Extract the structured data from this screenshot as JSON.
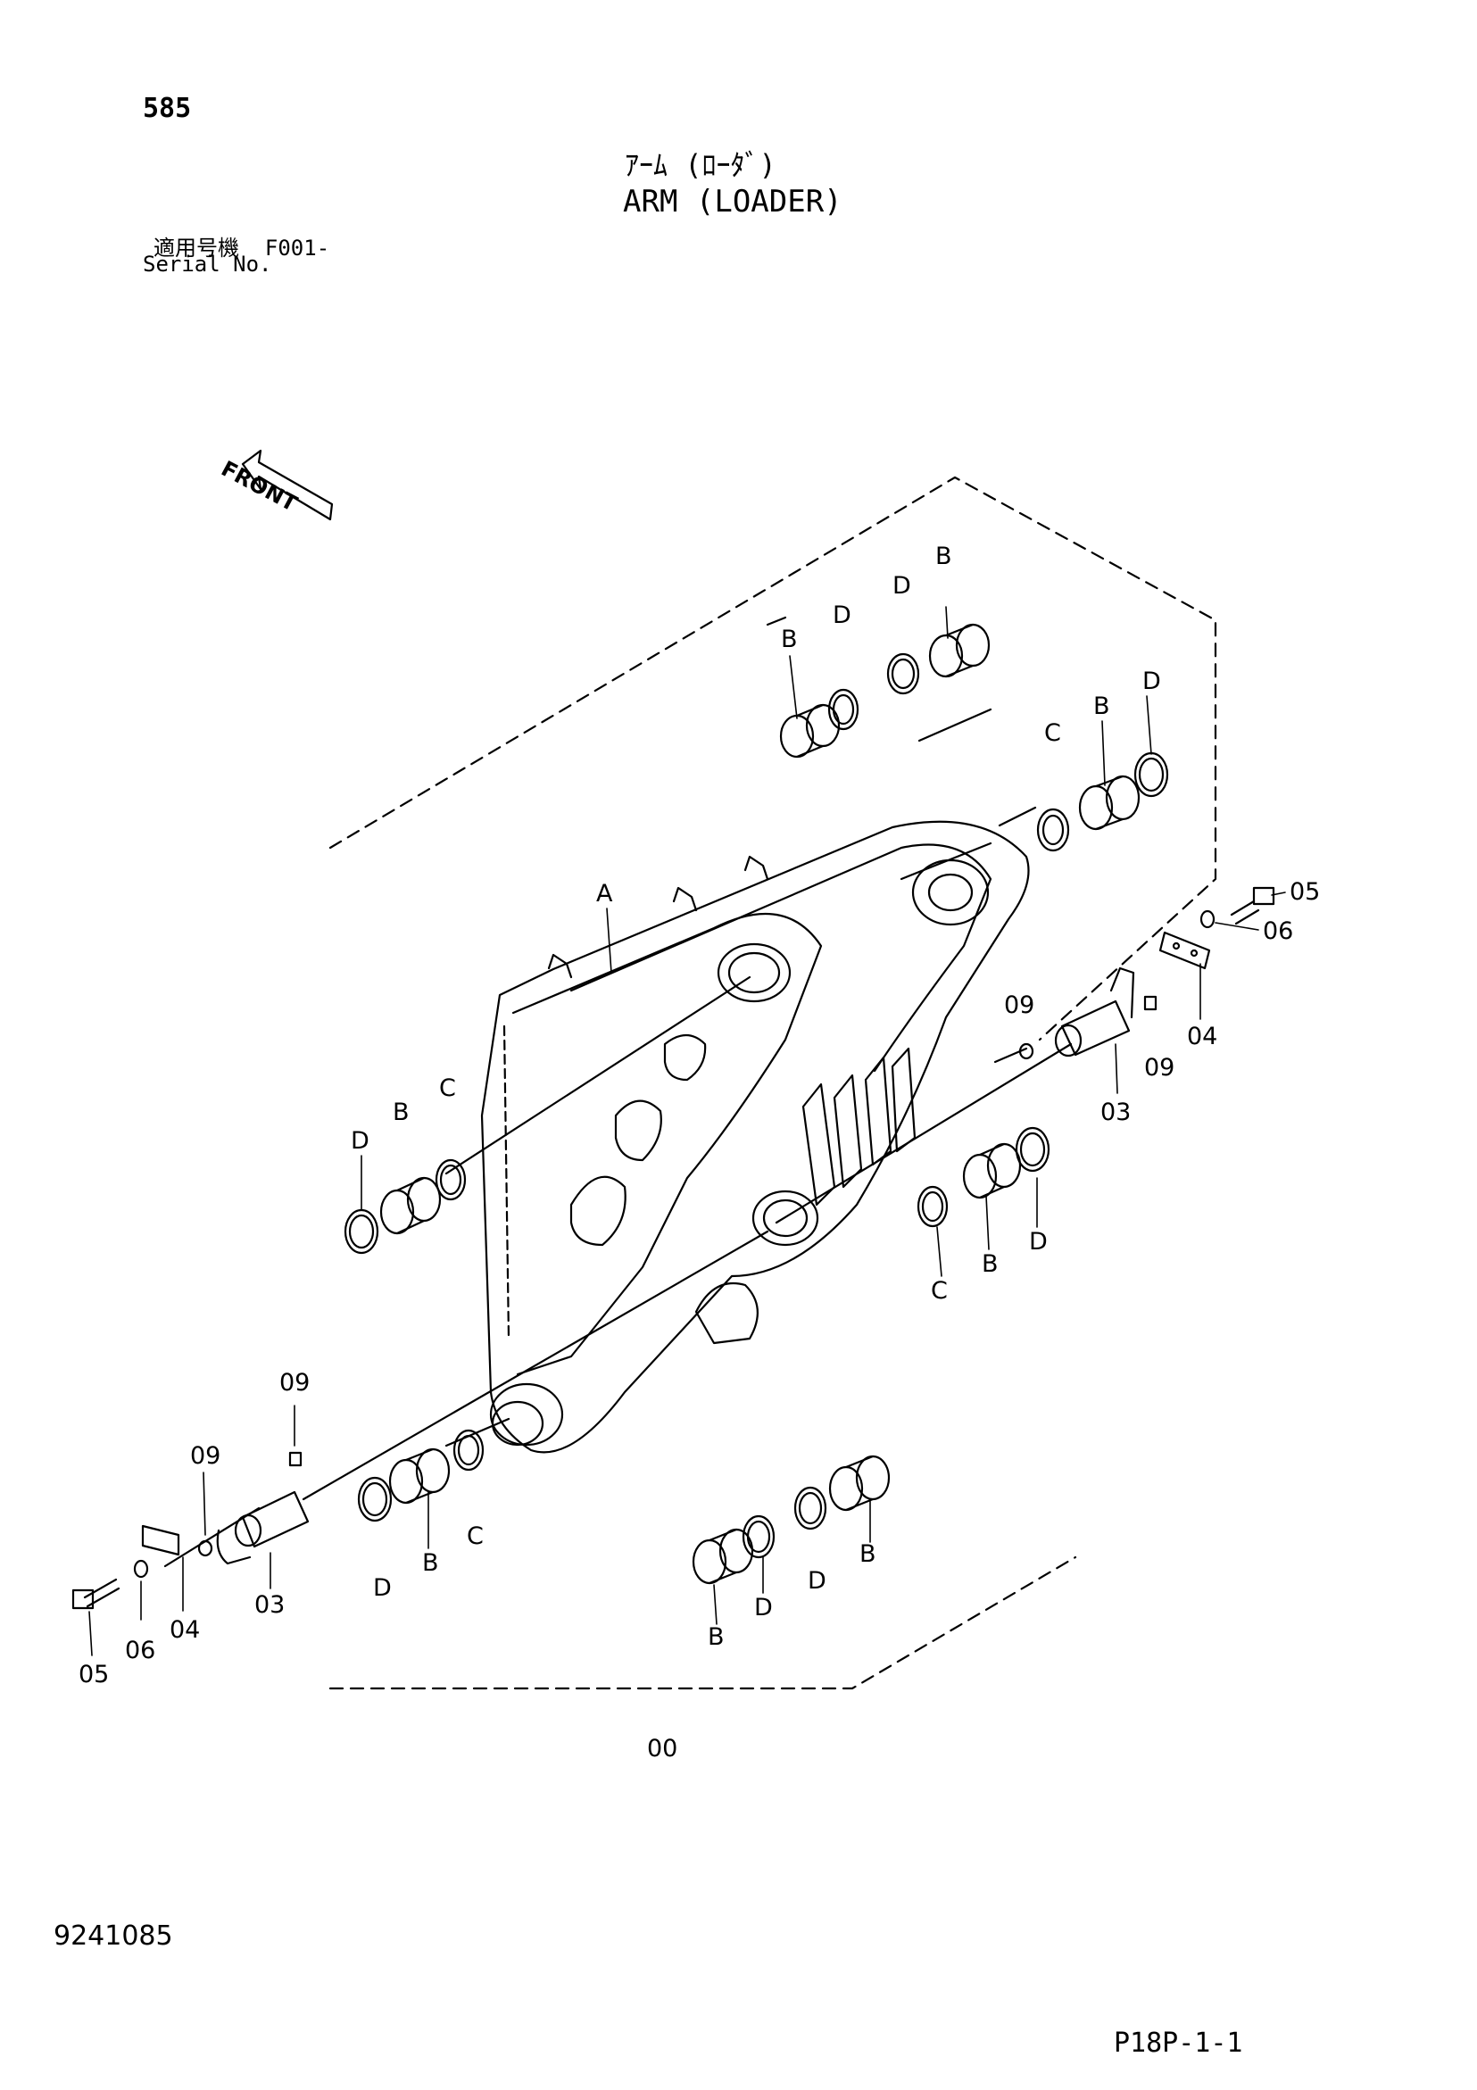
{
  "header": {
    "page_number": "585",
    "title_jp": "ｱｰﾑ (ﾛｰﾀﾞ)",
    "title_en": "ARM (LOADER)",
    "serial_label_jp": "適用号機",
    "serial_value": "F001-",
    "serial_label_en": "Serial No."
  },
  "diagram": {
    "front_arrow_label": "FRONT",
    "assembly_label": "00",
    "callouts": {
      "a": "A",
      "b_top1": "B",
      "d_top1": "D",
      "d_top2": "D",
      "b_top2": "B",
      "c_right": "C",
      "b_right": "B",
      "d_right": "D",
      "n05_right": "05",
      "n06_right": "06",
      "n04_right": "04",
      "n09_right_a": "09",
      "n09_right_b": "09",
      "n03_right": "03",
      "d_left": "D",
      "b_left": "B",
      "c_left": "C",
      "c_mid": "C",
      "b_mid": "B",
      "d_mid": "D",
      "n09_left_a": "09",
      "n09_left_b": "09",
      "n05_left": "05",
      "n06_left": "06",
      "n04_left": "04",
      "n03_left": "03",
      "d_low1": "D",
      "b_low1": "B",
      "c_low": "C",
      "b_low2": "B",
      "d_low2": "D",
      "d_low3": "D",
      "b_low3": "B"
    }
  },
  "footer": {
    "doc_id": "9241085",
    "page_code": "P18P-1-1"
  }
}
